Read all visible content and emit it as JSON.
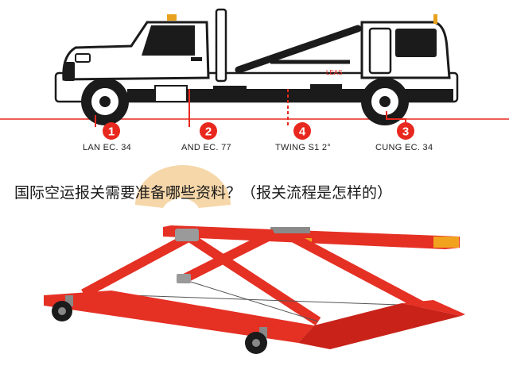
{
  "truck_panel": {
    "callouts": [
      {
        "number": "1",
        "label": "LAN EC. 34"
      },
      {
        "number": "2",
        "label": "AND EC. 77"
      },
      {
        "number": "4",
        "label": "TWING S1 2°"
      },
      {
        "number": "3",
        "label": "CUNG EC. 34"
      }
    ],
    "body_text": "LEAS"
  },
  "headline": {
    "text": "国际空运报关需要准备哪些资料？（报关流程是怎样的）"
  },
  "colors": {
    "accent_red": "#e8281e",
    "frame_red": "#e53024",
    "dark": "#1b1b1b",
    "watermark": "#f3c98c"
  }
}
